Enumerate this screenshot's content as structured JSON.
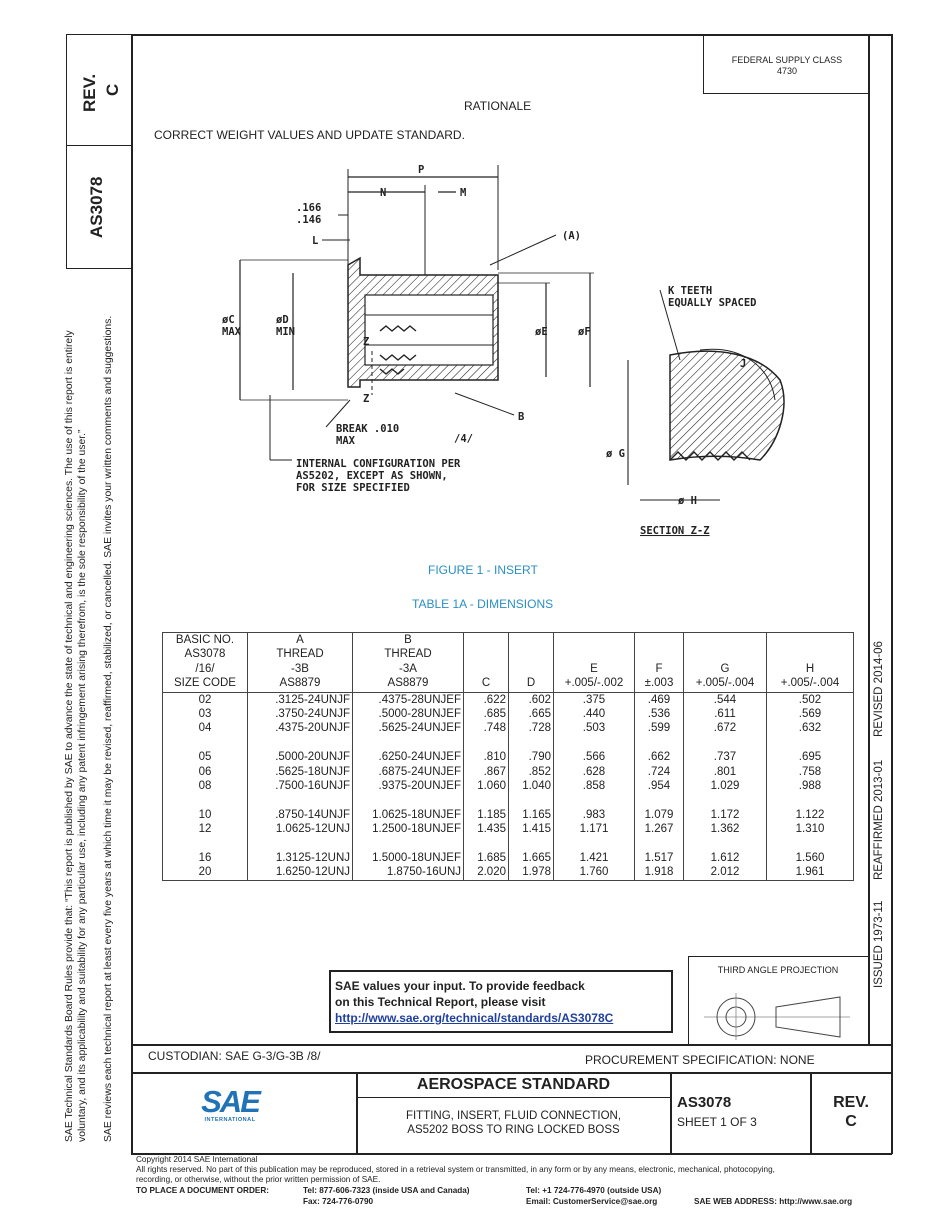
{
  "side": {
    "rev_label": "REV.",
    "rev_value": "C",
    "doc_number": "AS3078",
    "disclaimer_line1": "SAE Technical Standards Board Rules provide that: “This report is published by SAE to advance the state of technical and engineering sciences. The use of this report is entirely",
    "disclaimer_line2": "voluntary, and its applicability and suitability for any particular use, including any patent infringement arising therefrom, is the sole responsibility of the user.”",
    "review_line": "SAE reviews each technical report at least every five years at which time it may be revised, reaffirmed, stabilized, or cancelled. SAE invites your written comments and suggestions."
  },
  "header": {
    "supply_class_label": "FEDERAL SUPPLY CLASS",
    "supply_class_value": "4730"
  },
  "rationale": {
    "title": "RATIONALE",
    "text": "CORRECT WEIGHT VALUES AND UPDATE STANDARD."
  },
  "drawing_labels": {
    "p": "P",
    "n": "N",
    "m": "M",
    "dim_166": ".166",
    "dim_146": ".146",
    "l": "L",
    "a": "(A)",
    "c1": "øC",
    "c2": "MAX",
    "d1": "øD",
    "d2": "MIN",
    "e": "øE",
    "f": "øF",
    "z_top": "Z",
    "z_bottom": "Z",
    "b": "B",
    "break1": "BREAK .010",
    "break2": "MAX",
    "note_4": "/4/",
    "internal1": "INTERNAL CONFIGURATION PER",
    "internal2": "AS5202, EXCEPT AS SHOWN,",
    "internal3": "FOR SIZE SPECIFIED",
    "k1": "K TEETH",
    "k2": "EQUALLY SPACED",
    "j": "J",
    "g": "ø G",
    "h": "ø H",
    "section": "SECTION Z-Z"
  },
  "figure_caption": "FIGURE 1 - INSERT",
  "table_caption": "TABLE 1A - DIMENSIONS",
  "table": {
    "headers": [
      [
        "BASIC NO.",
        "AS3078",
        "/16/",
        "SIZE CODE"
      ],
      [
        "A",
        "THREAD",
        "-3B",
        "AS8879"
      ],
      [
        "B",
        "THREAD",
        "-3A",
        "AS8879"
      ],
      [
        "C"
      ],
      [
        "D"
      ],
      [
        "E",
        "+.005/-.002"
      ],
      [
        "F",
        "±.003"
      ],
      [
        "G",
        "+.005/-.004"
      ],
      [
        "H",
        "+.005/-.004"
      ]
    ],
    "groups": [
      [
        [
          "02",
          ".3125-24UNJF",
          ".4375-28UNJEF",
          ".622",
          ".602",
          ".375",
          ".469",
          ".544",
          ".502"
        ],
        [
          "03",
          ".3750-24UNJF",
          ".5000-28UNJEF",
          ".685",
          ".665",
          ".440",
          ".536",
          ".611",
          ".569"
        ],
        [
          "04",
          ".4375-20UNJF",
          ".5625-24UNJEF",
          ".748",
          ".728",
          ".503",
          ".599",
          ".672",
          ".632"
        ]
      ],
      [
        [
          "05",
          ".5000-20UNJF",
          ".6250-24UNJEF",
          ".810",
          ".790",
          ".566",
          ".662",
          ".737",
          ".695"
        ],
        [
          "06",
          ".5625-18UNJF",
          ".6875-24UNJEF",
          ".867",
          ".852",
          ".628",
          ".724",
          ".801",
          ".758"
        ],
        [
          "08",
          ".7500-16UNJF",
          ".9375-20UNJEF",
          "1.060",
          "1.040",
          ".858",
          ".954",
          "1.029",
          ".988"
        ]
      ],
      [
        [
          "10",
          ".8750-14UNJF",
          "1.0625-18UNJEF",
          "1.185",
          "1.165",
          ".983",
          "1.079",
          "1.172",
          "1.122"
        ],
        [
          "12",
          "1.0625-12UNJ",
          "1.2500-18UNJEF",
          "1.435",
          "1.415",
          "1.171",
          "1.267",
          "1.362",
          "1.310"
        ]
      ],
      [
        [
          "16",
          "1.3125-12UNJ",
          "1.5000-18UNJEF",
          "1.685",
          "1.665",
          "1.421",
          "1.517",
          "1.612",
          "1.560"
        ],
        [
          "20",
          "1.6250-12UNJ",
          "1.8750-16UNJ",
          "2.020",
          "1.978",
          "1.760",
          "1.918",
          "2.012",
          "1.961"
        ]
      ]
    ]
  },
  "right_strip": {
    "issued": "ISSUED 1973-11",
    "reaffirmed": "REAFFIRMED 2013-01",
    "revised": "REVISED 2014-06"
  },
  "feedback": {
    "line1": "SAE values your input. To provide feedback",
    "line2": "on this Technical Report, please visit",
    "link": "http://www.sae.org/technical/standards/AS3078C"
  },
  "projection_label": "THIRD ANGLE PROJECTION",
  "custodian": "CUSTODIAN: SAE G-3/G-3B /8/",
  "procurement": "PROCUREMENT SPECIFICATION: NONE",
  "title_block": {
    "logo_text": "SAE",
    "logo_sub": "INTERNATIONAL",
    "standard_type": "AEROSPACE STANDARD",
    "title1": "FITTING, INSERT, FLUID CONNECTION,",
    "title2": "AS5202 BOSS TO RING LOCKED BOSS",
    "doc_number": "AS3078",
    "sheet": "SHEET 1 OF 3",
    "rev_label": "REV.",
    "rev_value": "C"
  },
  "footer": {
    "copyright": "Copyright 2014 SAE International",
    "rights1": "All rights reserved. No part of this publication may be reproduced, stored in a retrieval system or transmitted, in any form or by any means, electronic, mechanical, photocopying,",
    "rights2": "recording, or otherwise, without the prior written permission of SAE.",
    "order_label": "TO PLACE A DOCUMENT ORDER:",
    "tel_us": "Tel: 877-606-7323 (inside USA and Canada)",
    "fax": "Fax: 724-776-0790",
    "tel_outside": "Tel: +1 724-776-4970 (outside USA)",
    "email": "Email: CustomerService@sae.org",
    "web": "SAE WEB ADDRESS: http://www.sae.org"
  }
}
